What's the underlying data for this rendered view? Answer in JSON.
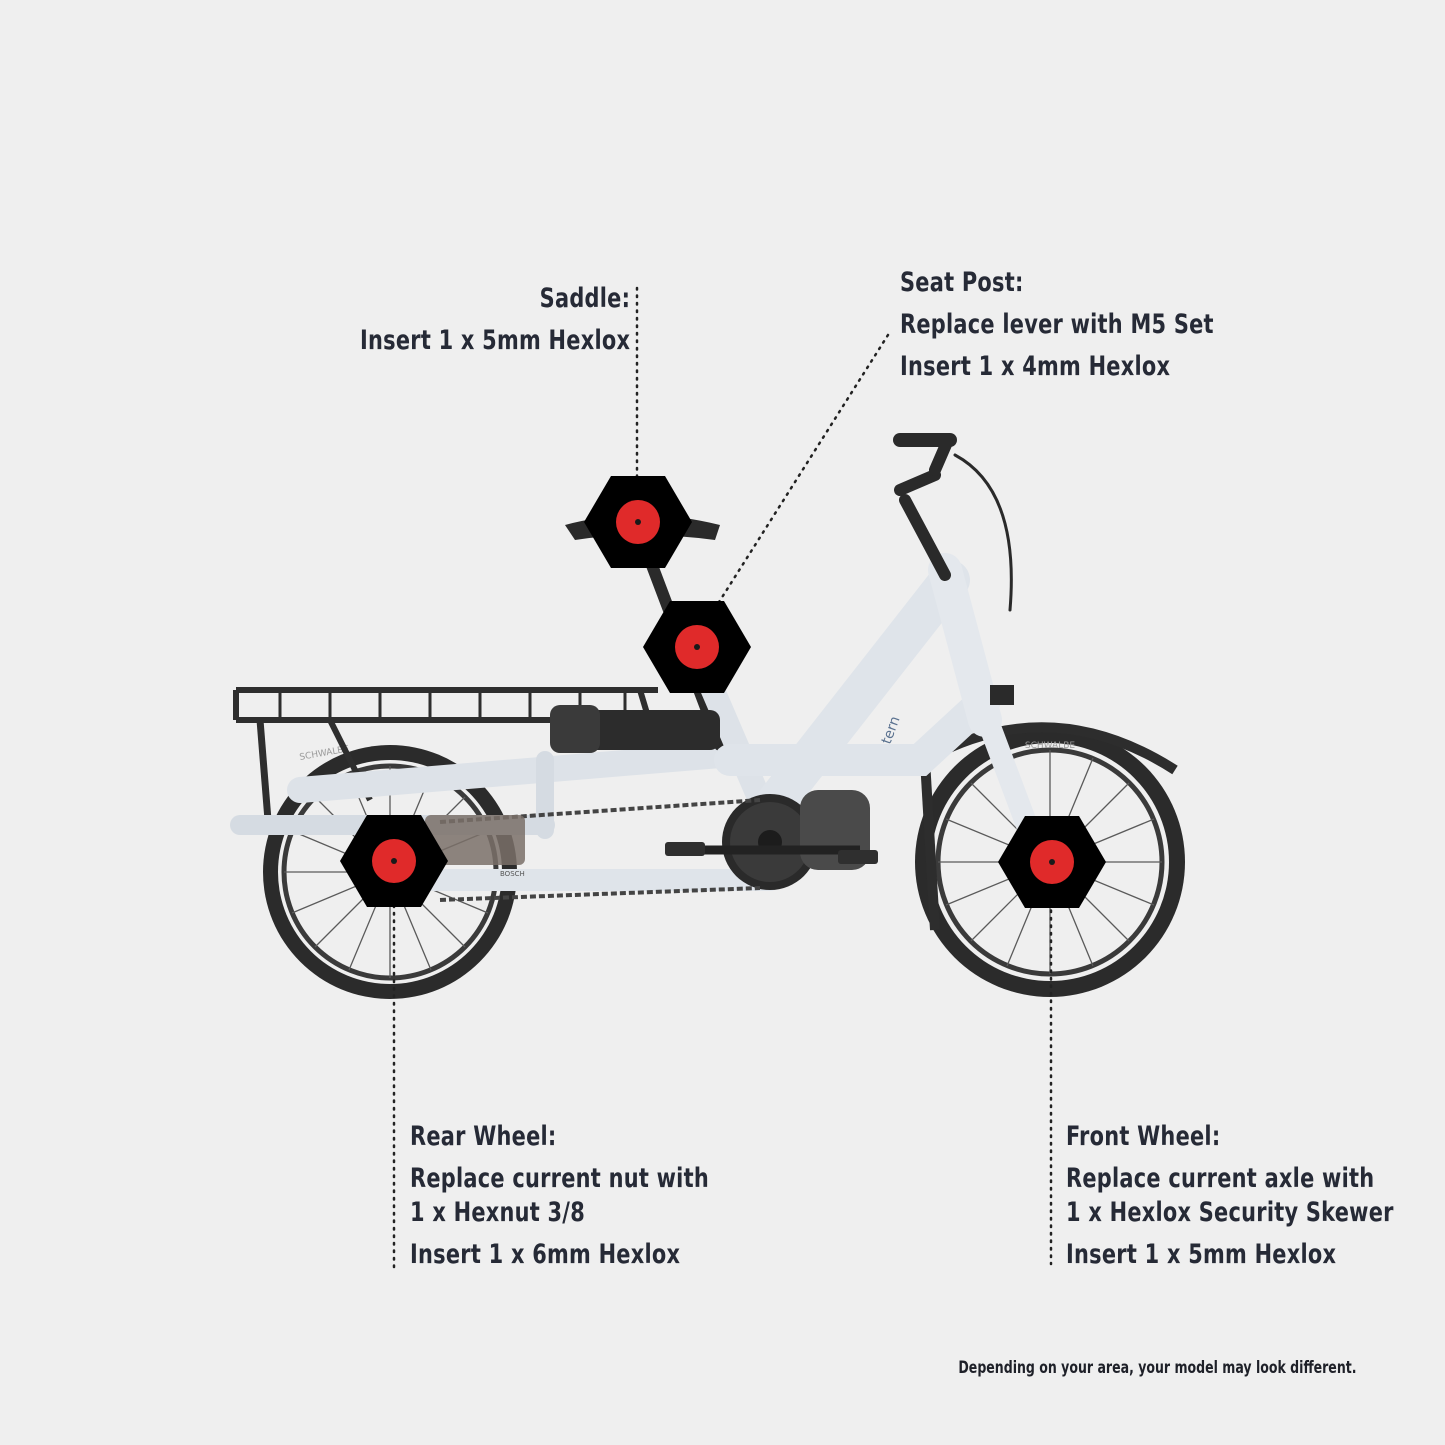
{
  "callouts": {
    "saddle": {
      "title": "Saddle:",
      "lines": [
        "Insert 1 x 5mm Hexlox"
      ]
    },
    "seat_post": {
      "title": "Seat Post:",
      "lines": [
        "Replace lever with M5 Set",
        "Insert 1 x 4mm Hexlox"
      ]
    },
    "rear_wheel": {
      "title": "Rear Wheel:",
      "lines": [
        "Replace current nut with",
        "1 x Hexnut 3/8",
        "Insert 1 x 6mm Hexlox"
      ]
    },
    "front_wheel": {
      "title": "Front Wheel:",
      "lines": [
        "Replace current axle with",
        "1 x Hexlox Security Skewer",
        "Insert  1 x 5mm Hexlox"
      ]
    }
  },
  "footnote": "Depending on your area, your model may look different.",
  "bike": {
    "brand_text": "tern",
    "tire_text": "SCHWALBE",
    "motor_text": "BOSCH"
  },
  "colors": {
    "background": "#efefef",
    "text": "#262a36",
    "marker_red": "#e02a2a",
    "marker_black": "#000000",
    "frame": "#dfe4ea",
    "tire": "#2a2a2a"
  },
  "icons": [
    "hex-marker-icon"
  ]
}
